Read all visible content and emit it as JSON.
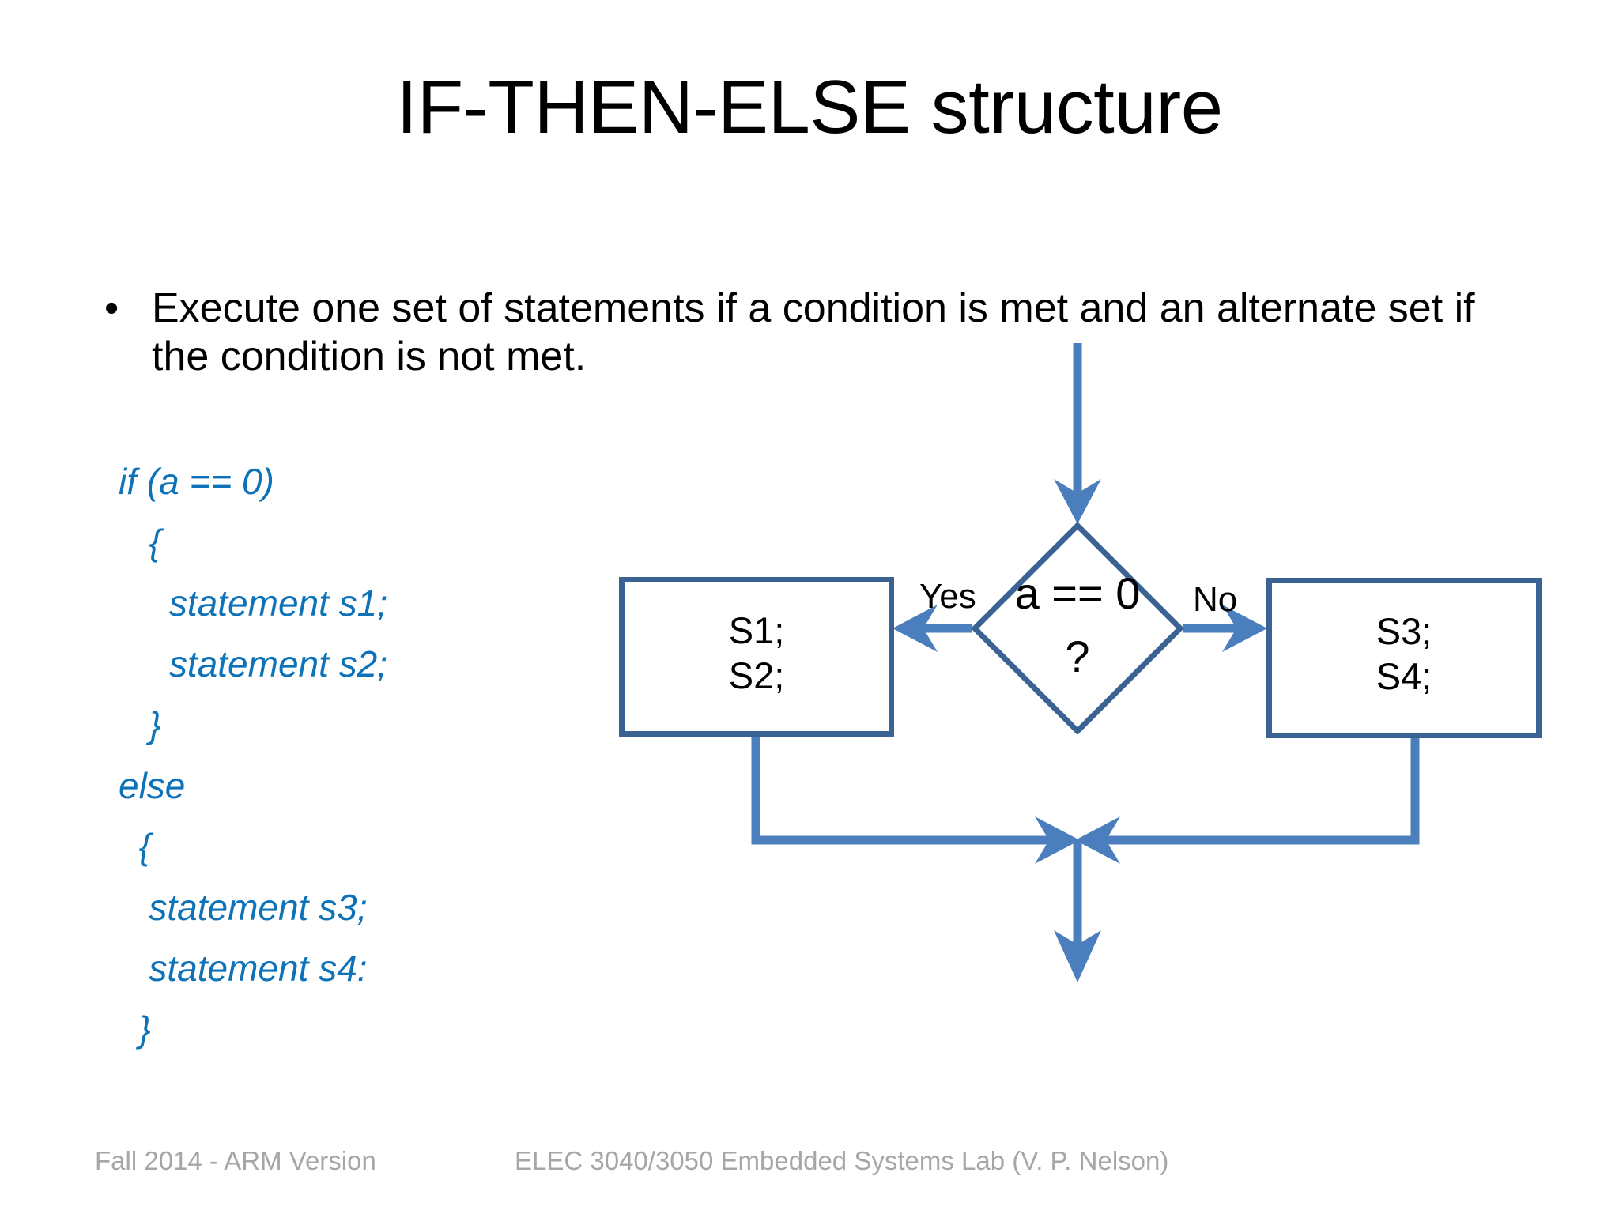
{
  "slide": {
    "title": "IF-THEN-ELSE structure",
    "bullet_marker": "•",
    "bullet_text": "Execute one set of statements if a condition is met and an alternate set if the condition is not met."
  },
  "code": {
    "lines": [
      "if (a == 0)",
      "   {",
      "     statement s1;",
      "     statement s2;",
      "   }",
      "else",
      "  {",
      "   statement s3;",
      "   statement s4:",
      "  }"
    ]
  },
  "flowchart": {
    "decision": {
      "line1": "a == 0",
      "line2": "?"
    },
    "yes_label": "Yes",
    "no_label": "No",
    "yes_box": {
      "line1": "S1;",
      "line2": "S2;"
    },
    "no_box": {
      "line1": "S3;",
      "line2": "S4;"
    }
  },
  "footer": {
    "left": "Fall 2014 - ARM Version",
    "center": "ELEC 3040/3050 Embedded Systems Lab (V. P. Nelson)"
  },
  "colors": {
    "code_blue": "#0d72b8",
    "shape_outline": "#3a6293",
    "connector_blue": "#4a7ebc",
    "footer_gray": "#a6a6a6",
    "text_black": "#000000",
    "background": "#ffffff"
  }
}
